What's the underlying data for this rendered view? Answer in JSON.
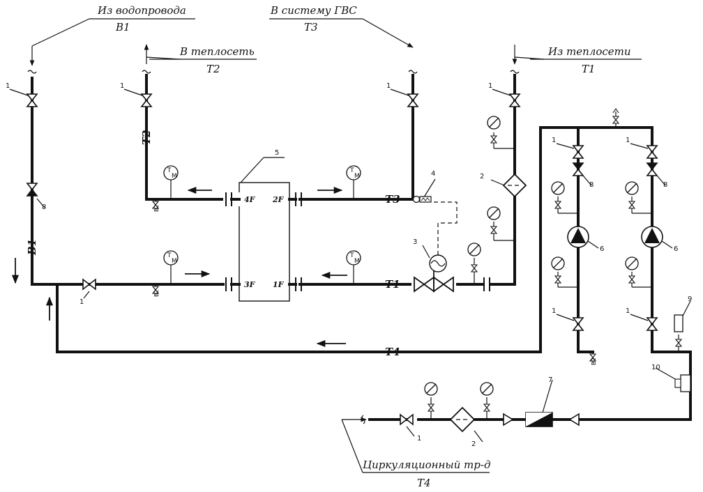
{
  "headers": {
    "b1": {
      "title": "Из водопровода",
      "code": "В1"
    },
    "t2": {
      "title": "В теплосеть",
      "code": "Т2"
    },
    "t3": {
      "title": "В систему ГВС",
      "code": "Т3"
    },
    "t1": {
      "title": "Из теплосети",
      "code": "Т1"
    },
    "t4": {
      "title": "Циркуляционный тр-д",
      "code": "Т4"
    }
  },
  "pipe_codes": {
    "b1_vertical": "В1",
    "t2_vertical": "Т2",
    "t3_line": "Т3",
    "t1_line": "Т1",
    "t4_line": "Т4"
  },
  "exchanger_ports": {
    "p4": "4F",
    "p2": "2F",
    "p3": "3F",
    "p1": "1F"
  },
  "thermomanometer_label": {
    "t": "T",
    "m": "M"
  },
  "drain_label": "В2",
  "equipment_numbers": {
    "valve": "1",
    "filter": "2",
    "control_valve": "3",
    "sensor": "4",
    "heat_exchanger": "5",
    "pump": "6",
    "meter": "7",
    "check_valve": "8",
    "tank": "9",
    "element_10": "10"
  }
}
